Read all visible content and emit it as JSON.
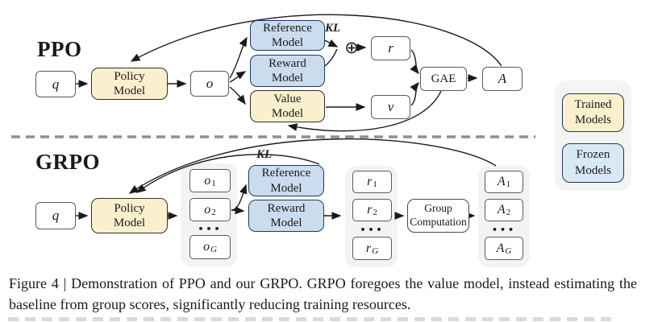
{
  "colors": {
    "trained_fill": "#FBF0CE",
    "frozen_fill": "#CBDCEE",
    "legend_frozen_fill": "#D9E8F5",
    "group_background": "#F3F3F3",
    "model_border_navy": "#1F3864",
    "divider_gray": "#8f8f8f"
  },
  "ppo": {
    "section_label": "PPO",
    "q": "q",
    "policy": "Policy Model",
    "output": "o",
    "reference": "Reference Model",
    "reward": "Reward Model",
    "value": "Value Model",
    "kl_label": "KL",
    "merge_symbol": "⊕",
    "reward_out": "r",
    "value_out": "v",
    "gae": "GAE",
    "advantage": "A"
  },
  "grpo": {
    "section_label": "GRPO",
    "q": "q",
    "policy": "Policy Model",
    "reference": "Reference Model",
    "reward": "Reward Model",
    "kl_label": "KL",
    "group_computation": "Group Computation",
    "ellipsis": "•••",
    "outputs": [
      {
        "base": "o",
        "sub": "1"
      },
      {
        "base": "o",
        "sub": "2"
      },
      {
        "base": "o",
        "sub": "G"
      }
    ],
    "rewards": [
      {
        "base": "r",
        "sub": "1"
      },
      {
        "base": "r",
        "sub": "2"
      },
      {
        "base": "r",
        "sub": "G"
      }
    ],
    "advantages": [
      {
        "base": "A",
        "sub": "1"
      },
      {
        "base": "A",
        "sub": "2"
      },
      {
        "base": "A",
        "sub": "G"
      }
    ]
  },
  "legend": {
    "trained": "Trained Models",
    "frozen": "Frozen Models"
  },
  "caption": "Figure 4 | Demonstration of PPO and our GRPO. GRPO foregoes the value model, instead estimating the baseline from group scores, significantly reducing training resources."
}
